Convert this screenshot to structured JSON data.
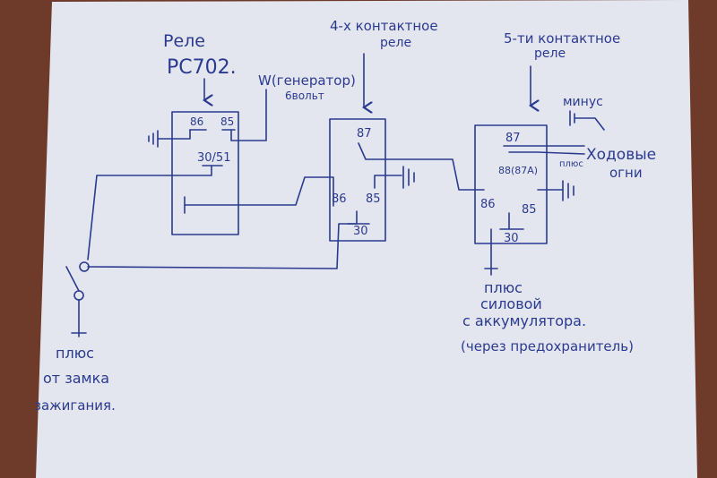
{
  "colors": {
    "ink": "#2a3a8f",
    "paper": "#e4e6ef",
    "background": "#6e3a2a"
  },
  "relay1": {
    "title_line1": "Реле",
    "title_line2": "РС702.",
    "pin_86": "86",
    "pin_85": "85",
    "pin_30_51": "30/51"
  },
  "generator": {
    "label_line1": "W(генератор)",
    "label_line2": "6вольт"
  },
  "relay2": {
    "title_line1": "4-х контактное",
    "title_line2": "реле",
    "pin_87": "87",
    "pin_86": "86",
    "pin_85": "85",
    "pin_30": "30"
  },
  "relay3": {
    "title_line1": "5-ти контактное",
    "title_line2": "реле",
    "pin_87": "87",
    "pin_88": "88(87А)",
    "pin_86": "86",
    "pin_85": "85",
    "pin_30": "30"
  },
  "running_lights": {
    "minus_label": "минус",
    "plus_label": "плюс",
    "label_line1": "Ходовые",
    "label_line2": "огни"
  },
  "battery_note": {
    "line1": "плюс",
    "line2": "силовой",
    "line3": "с аккумулятора.",
    "line4": "(через предохранитель)"
  },
  "ignition_note": {
    "line1": "плюс",
    "line2": "от замка",
    "line3": "зажигания."
  }
}
